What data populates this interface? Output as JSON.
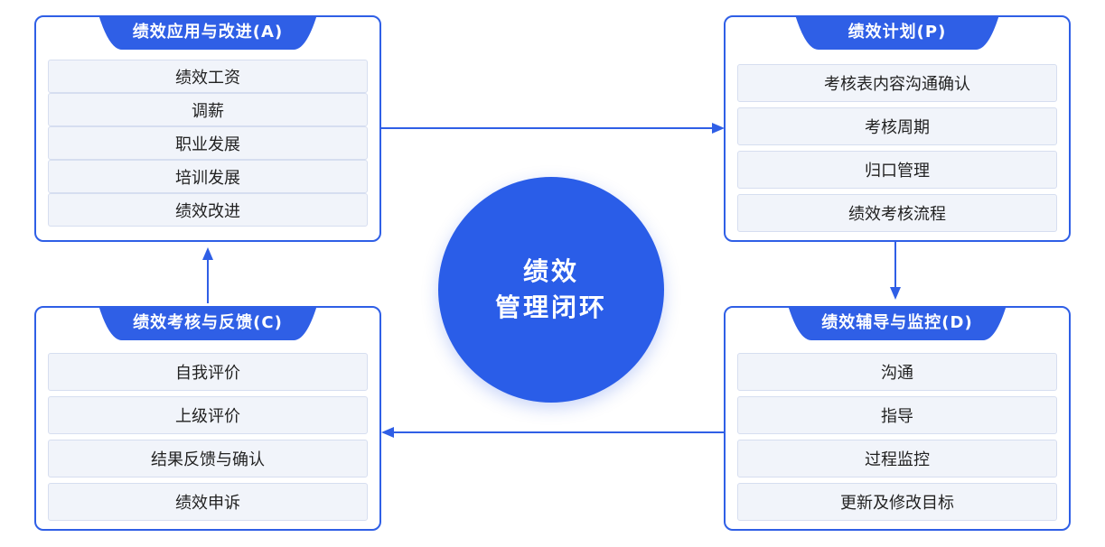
{
  "center": {
    "line1": "绩效",
    "line2": "管理闭环"
  },
  "panels": {
    "A": {
      "title": "绩效应用与改进(A)",
      "items": [
        "绩效工资",
        "调薪",
        "职业发展",
        "培训发展",
        "绩效改进"
      ]
    },
    "P": {
      "title": "绩效计划(P)",
      "items": [
        "考核表内容沟通确认",
        "考核周期",
        "归口管理",
        "绩效考核流程"
      ]
    },
    "C": {
      "title": "绩效考核与反馈(C)",
      "items": [
        "自我评价",
        "上级评价",
        "结果反馈与确认",
        "绩效申诉"
      ]
    },
    "D": {
      "title": "绩效辅导与监控(D)",
      "items": [
        "沟通",
        "指导",
        "过程监控",
        "更新及修改目标"
      ]
    }
  },
  "colors": {
    "primary": "#2f5fe6",
    "circle": "#2a5de8",
    "item_bg": "#f1f4fa",
    "item_border": "#d6def0"
  }
}
